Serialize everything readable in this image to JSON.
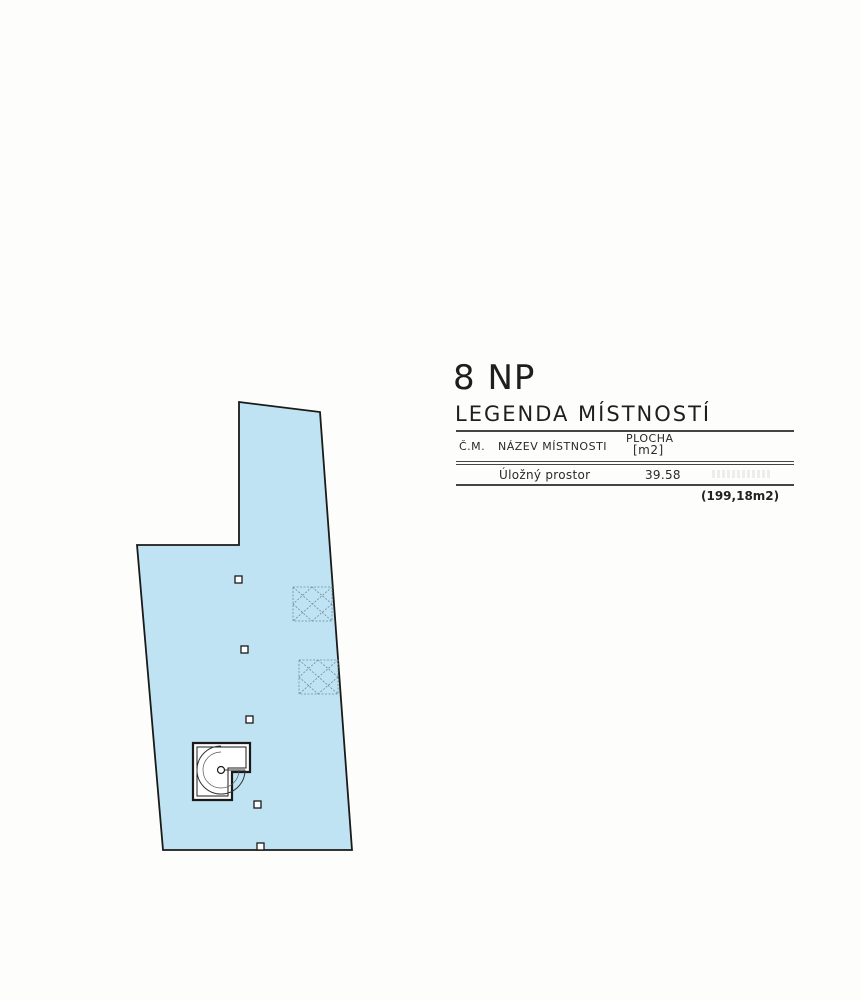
{
  "floor": {
    "title": "8 NP"
  },
  "legend": {
    "title": "LEGENDA MÍSTNOSTÍ",
    "headers": {
      "number": "Č.M.",
      "name": "NÁZEV MÍSTNOSTI",
      "area_label": "PLOCHA",
      "area_unit": "[m2]"
    },
    "rows": [
      {
        "number": "",
        "name": "Úložný prostor",
        "area": "39.58"
      }
    ],
    "total": "(199,18m2)"
  },
  "colors": {
    "room_fill": "#bfe3f2",
    "outline": "#1a1a1a",
    "background": "#fdfdfb"
  }
}
